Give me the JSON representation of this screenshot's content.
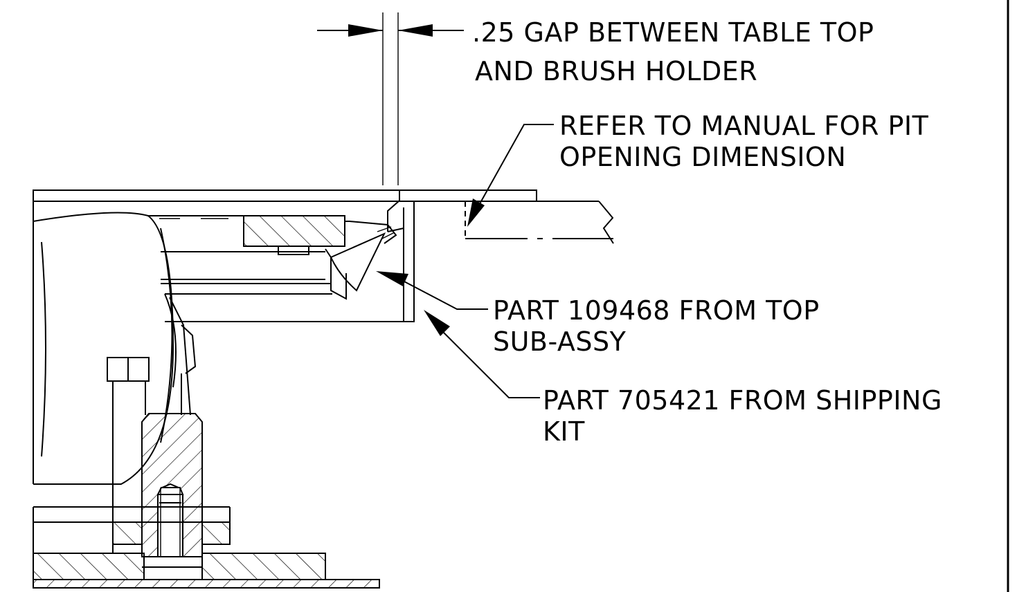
{
  "notes": {
    "gap": {
      "line1": ".25 GAP BETWEEN TABLE TOP",
      "line2": "AND BRUSH HOLDER"
    },
    "pit": {
      "line1": "REFER TO MANUAL FOR PIT",
      "line2": "OPENING DIMENSION"
    },
    "part_top": {
      "line1": "PART 109468 FROM TOP",
      "line2": "SUB-ASSY"
    },
    "part_kit": {
      "line1": "PART 705421 FROM SHIPPING",
      "line2": "KIT"
    }
  },
  "colors": {
    "line": "#000000",
    "background": "#ffffff"
  }
}
